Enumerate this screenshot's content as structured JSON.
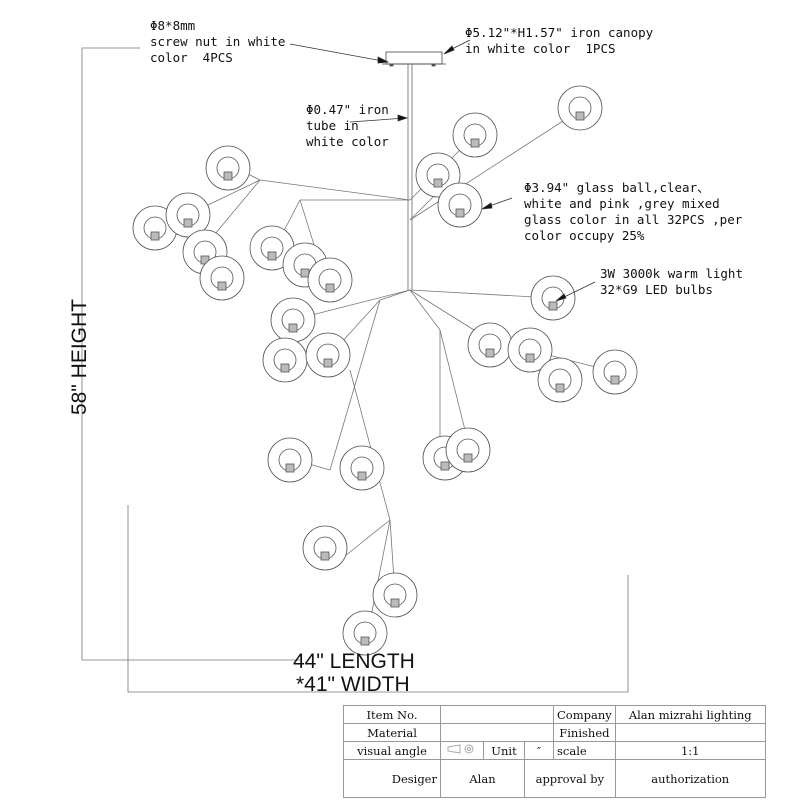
{
  "annotations": {
    "screw_nut": "Φ8*8mm\nscrew nut in white\ncolor  4PCS",
    "canopy": "Φ5.12\"*H1.57\" iron canopy\nin white color  1PCS",
    "tube": "Φ0.47\" iron\ntube in\nwhite color",
    "glass_ball": "Φ3.94\" glass ball,clear、\nwhite and pink ,grey mixed\nglass color in all 32PCS ,per\ncolor occupy 25%",
    "bulbs": "3W 3000k warm light\n32*G9 LED bulbs"
  },
  "dimensions": {
    "height": "58\" HEIGHT",
    "length": "44\" LENGTH",
    "width": "*41\" WIDTH"
  },
  "title_block": {
    "item_no_label": "Item No.",
    "item_no_value": "",
    "company_label": "Company",
    "company_value": "Alan mizrahi lighting",
    "material_label": "Material",
    "material_value": "",
    "finished_label": "Finished",
    "finished_value": "",
    "visual_angle_label": "visual angle",
    "unit_label": "Unit",
    "unit_value": "″",
    "scale_label": "scale",
    "scale_value": "1:1",
    "designer_label": "Desiger",
    "designer_value": "Alan",
    "approval_label": "approval by",
    "authorization_label": "authorization"
  }
}
